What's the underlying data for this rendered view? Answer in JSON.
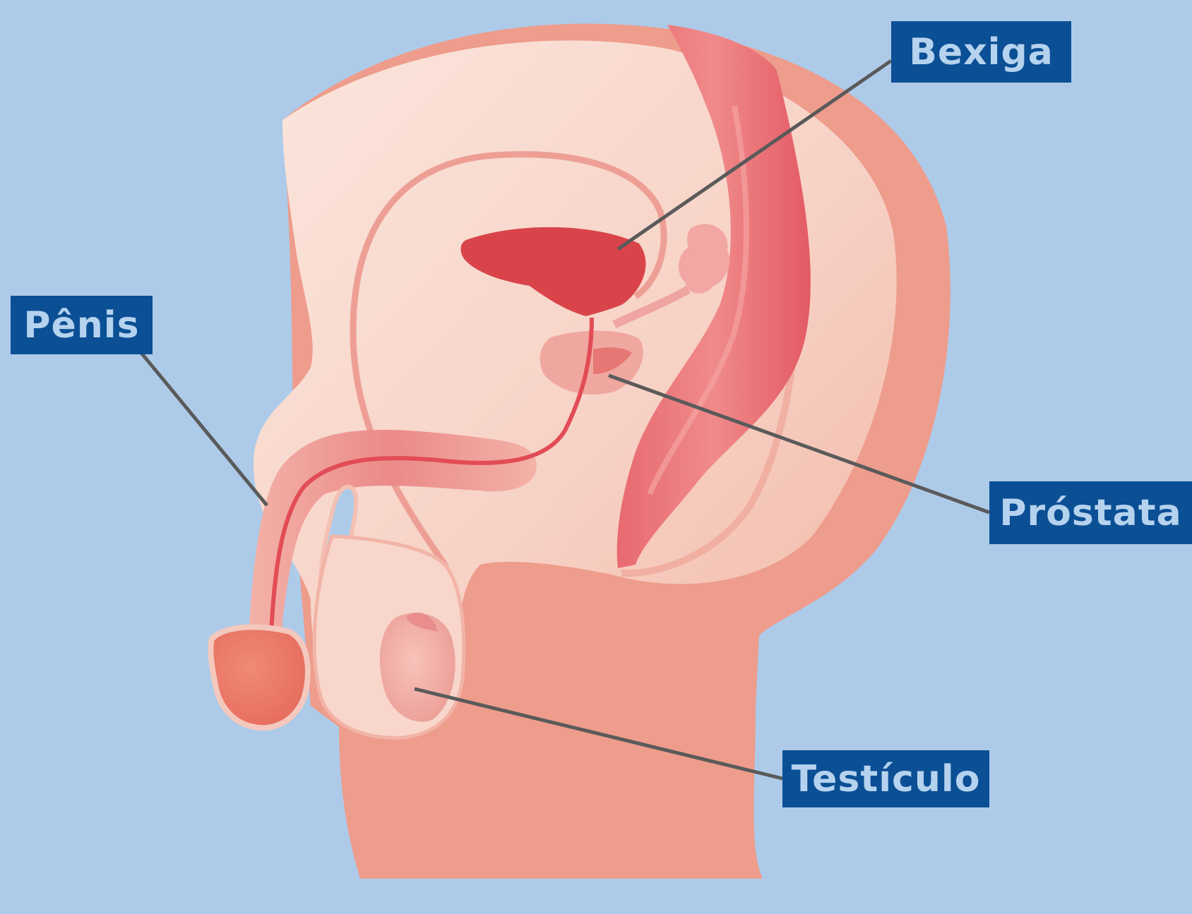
{
  "labels": {
    "bexiga": "Bexiga",
    "penis": "Pênis",
    "prostata": "Próstata",
    "testiculo": "Testículo"
  },
  "colors": {
    "background": "#adcbe9",
    "label_box": "#0b4f95",
    "label_text": "#b5d2ee",
    "leader_line": "#5a5a5a",
    "body_outer": "#ee9c8c",
    "body_inner": "#f9dbd0",
    "organ_red": "#d9444a",
    "vessel": "#e9747a"
  }
}
